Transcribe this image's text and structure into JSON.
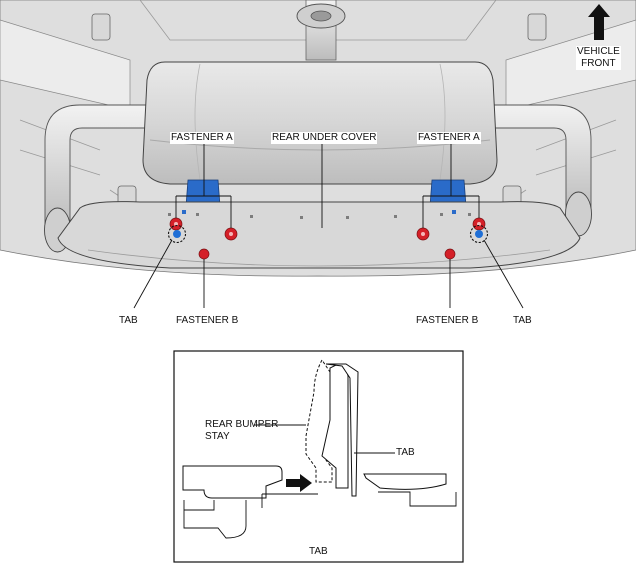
{
  "labels": {
    "fastener_a_left": "FASTENER A",
    "rear_under_cover": "REAR UNDER COVER",
    "fastener_a_right": "FASTENER A",
    "vehicle_front": "VEHICLE\nFRONT",
    "tab_left": "TAB",
    "fastener_b_left": "FASTENER B",
    "fastener_b_right": "FASTENER B",
    "tab_right": "TAB"
  },
  "detail": {
    "rear_bumper_stay": "REAR BUMPER\nSTAY",
    "tab_label": "TAB",
    "caption": "TAB"
  },
  "colors": {
    "fastener_red": "#d42028",
    "tab_blue": "#1f6fd6",
    "bracket_blue": "#2a6bc9",
    "line": "#222222",
    "shade": "#c8c8c8"
  }
}
